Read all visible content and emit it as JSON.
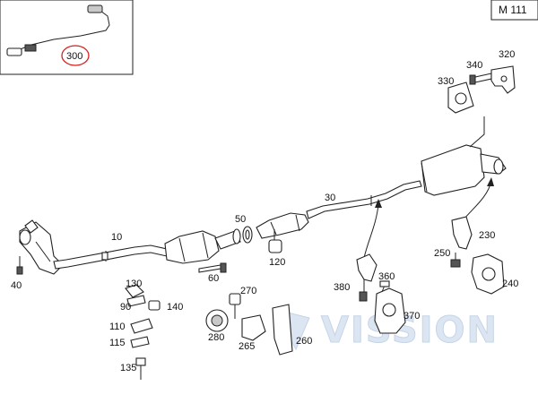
{
  "model_code": "M 111",
  "watermark": "VISSION",
  "inset": {
    "part_300": "300"
  },
  "parts": {
    "p10": "10",
    "p30": "30",
    "p40": "40",
    "p50": "50",
    "p60": "60",
    "p90": "90",
    "p110": "110",
    "p115": "115",
    "p120": "120",
    "p130": "130",
    "p135": "135",
    "p140": "140",
    "p230": "230",
    "p240": "240",
    "p250": "250",
    "p260": "260",
    "p265": "265",
    "p270": "270",
    "p280": "280",
    "p320": "320",
    "p330": "330",
    "p340": "340",
    "p360": "360",
    "p370": "370",
    "p380": "380"
  },
  "colors": {
    "line": "#222222",
    "circle_marker": "#d62020",
    "watermark": "#dce6f2"
  }
}
